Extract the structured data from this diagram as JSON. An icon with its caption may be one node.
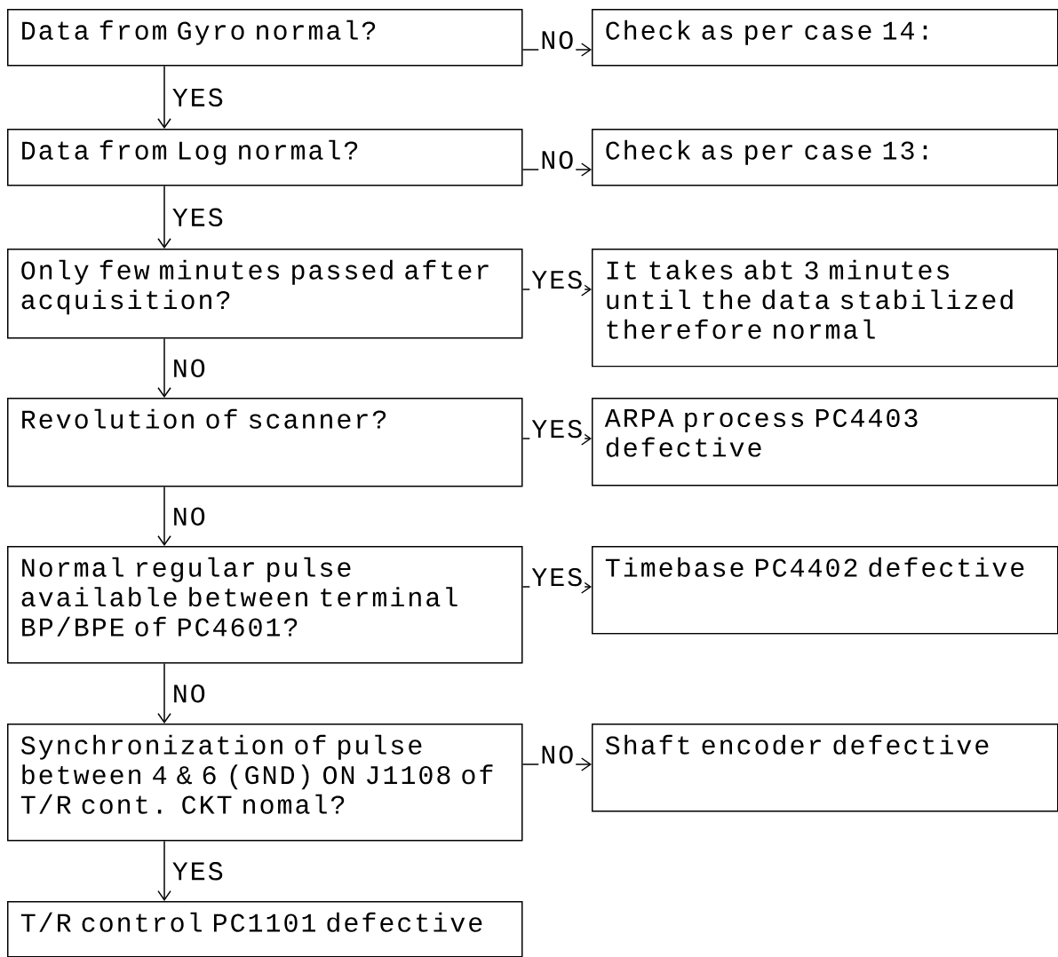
{
  "diagram": {
    "nodes": [
      {
        "text": [
          "Data from Gyro normal?"
        ]
      },
      {
        "text": [
          "Check as per case 14:"
        ]
      },
      {
        "text": [
          "Data from Log normal?"
        ]
      },
      {
        "text": [
          "Check as per case 13:"
        ]
      },
      {
        "text": [
          "Only few minutes passed after acquisition?"
        ]
      },
      {
        "text": [
          "It takes abt 3 minutes until the data stabilized therefore normal"
        ]
      },
      {
        "text": [
          "Revolution of scanner?"
        ]
      },
      {
        "text": [
          "ARPA process PC4403 defective"
        ]
      },
      {
        "text": [
          "Normal regular pulse available between terminal BP/BPE of PC4601?"
        ]
      },
      {
        "text": [
          "Timebase PC4402 defective"
        ]
      },
      {
        "text": [
          "Synchronization of pulse between 4 & 6 (GND) ON J1108 of T/R cont. CKT nomal?"
        ]
      },
      {
        "text": [
          "Shaft encoder defective"
        ]
      },
      {
        "text": [
          "T/R control PC1101 defective"
        ]
      }
    ],
    "edges": [
      {
        "from": 0,
        "to": 1,
        "arrow": "to",
        "label": "NO"
      },
      {
        "from": 0,
        "to": 2,
        "arrow": "to",
        "label": "YES"
      },
      {
        "from": 2,
        "to": 3,
        "arrow": "to",
        "label": "NO"
      },
      {
        "from": 2,
        "to": 4,
        "arrow": "to",
        "label": "YES"
      },
      {
        "from": 4,
        "to": 5,
        "arrow": "to",
        "label": "YES"
      },
      {
        "from": 4,
        "to": 6,
        "arrow": "to",
        "label": "NO"
      },
      {
        "from": 6,
        "to": 7,
        "arrow": "to",
        "label": "YES"
      },
      {
        "from": 6,
        "to": 8,
        "arrow": "to",
        "label": "NO"
      },
      {
        "from": 8,
        "to": 9,
        "arrow": "to",
        "label": "YES"
      },
      {
        "from": 8,
        "to": 10,
        "arrow": "to",
        "label": "NO"
      },
      {
        "from": 10,
        "to": 11,
        "arrow": "to",
        "label": "NO"
      },
      {
        "from": 10,
        "to": 12,
        "arrow": "to",
        "label": "YES"
      }
    ]
  }
}
